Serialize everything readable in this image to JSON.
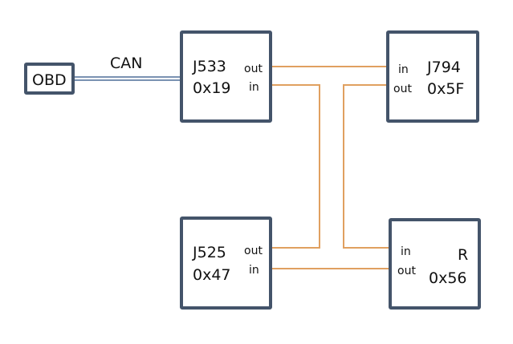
{
  "diagram": {
    "bus_label": "CAN",
    "colors": {
      "box_border": "#44546A",
      "wire": "#E0A060",
      "bus": "#4F6F99"
    },
    "nodes": [
      {
        "id": "obd",
        "name": "OBD"
      },
      {
        "id": "j533",
        "name": "J533",
        "address": "0x19",
        "ports": {
          "out": "out",
          "in": "in"
        }
      },
      {
        "id": "j794",
        "name": "J794",
        "address": "0x5F",
        "ports": {
          "in": "in",
          "out": "out"
        }
      },
      {
        "id": "j525",
        "name": "J525",
        "address": "0x47",
        "ports": {
          "out": "out",
          "in": "in"
        }
      },
      {
        "id": "r",
        "name": "R",
        "address": "0x56",
        "ports": {
          "in": "in",
          "out": "out"
        }
      }
    ],
    "connections": [
      {
        "from": "OBD",
        "to": "J533",
        "type": "CAN"
      },
      {
        "from": "J533.out",
        "to": "J794.in"
      },
      {
        "from": "J794.out",
        "to": "R.in"
      },
      {
        "from": "R.out",
        "to": "J525.in"
      },
      {
        "from": "J525.out",
        "to": "J533.in"
      }
    ]
  }
}
